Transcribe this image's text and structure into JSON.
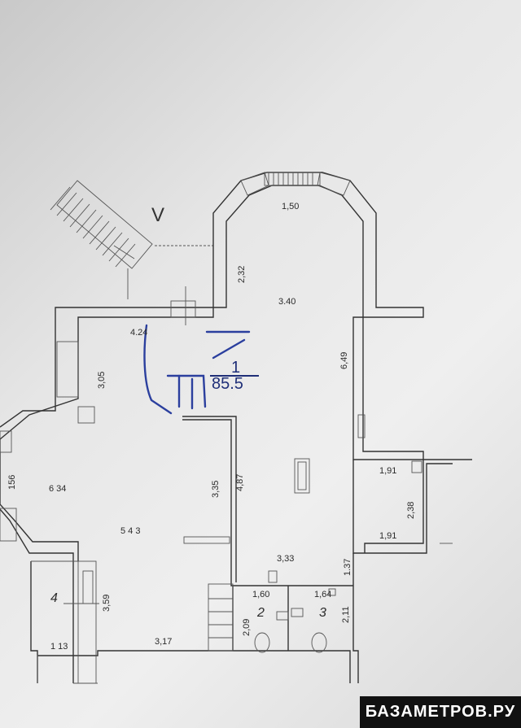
{
  "plan": {
    "area_main_label": "1",
    "area_main_value": "85.5",
    "stair_mark": "V",
    "rooms": [
      {
        "id": "room2",
        "label": "2"
      },
      {
        "id": "room3",
        "label": "3"
      },
      {
        "id": "room4",
        "label": "4"
      }
    ],
    "dimensions": {
      "d_150": "1,50",
      "d_232": "2,32",
      "d_340": "3.40",
      "d_424": "4.24",
      "d_305": "3,05",
      "d_649": "6,49",
      "d_156": "156",
      "d_634": "6 34",
      "d_543": "5 4 3",
      "d_335": "3,35",
      "d_487": "4,87",
      "d_191a": "1,91",
      "d_238": "2,38",
      "d_191b": "1,91",
      "d_333": "3,33",
      "d_137": "1.37",
      "d_160": "1,60",
      "d_164": "1,64",
      "d_209": "2,09",
      "d_211": "2,11",
      "d_359": "3,59",
      "d_113": "1 13",
      "d_317": "3,17"
    }
  },
  "watermark": {
    "text": "БАЗАМЕТРОВ.РУ"
  },
  "colors": {
    "paper": "#efefef",
    "ink": "#333333",
    "pen": "#2b3f9e",
    "watermark_bg": "#111111"
  }
}
